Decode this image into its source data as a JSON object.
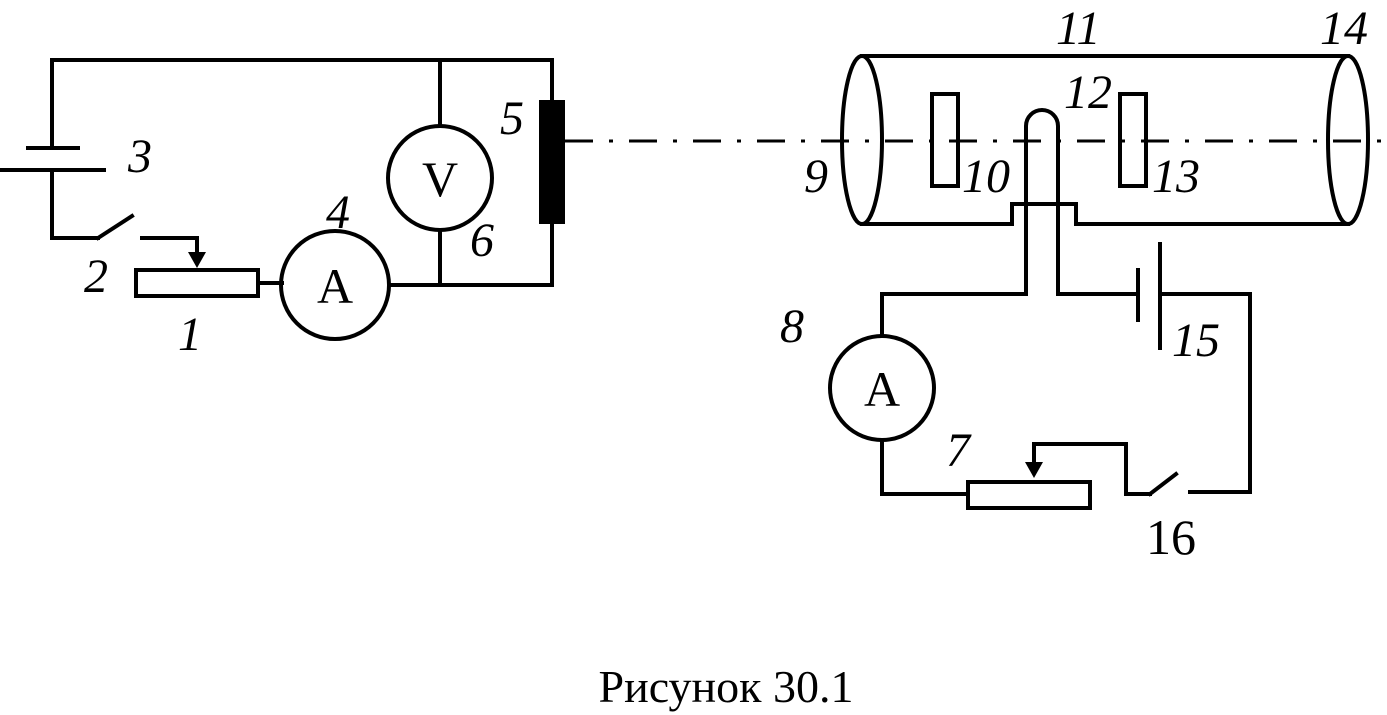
{
  "labels": {
    "l1": "1",
    "l2": "2",
    "l3": "3",
    "l4": "4",
    "l5": "5",
    "l6": "6",
    "l7": "7",
    "l8": "8",
    "l9": "9",
    "l10": "10",
    "l11": "11",
    "l12": "12",
    "l13": "13",
    "l14": "14",
    "l15": "15",
    "l16": "16"
  },
  "meters": {
    "voltmeter": "V",
    "ammeter_left": "A",
    "ammeter_right": "A"
  },
  "caption": "Рисунок 30.1"
}
